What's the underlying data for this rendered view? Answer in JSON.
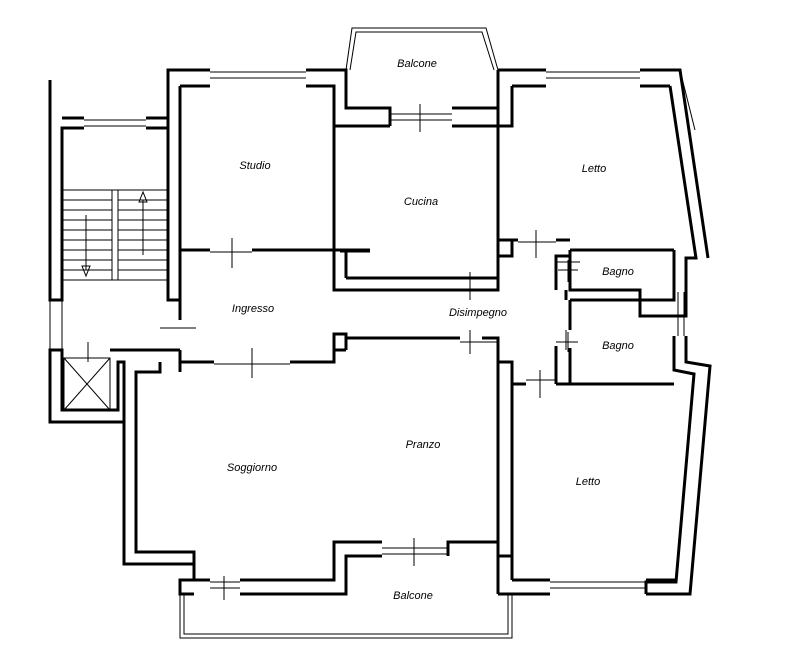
{
  "rooms": {
    "balcone_top": "Balcone",
    "studio": "Studio",
    "cucina": "Cucina",
    "letto_top": "Letto",
    "bagno_1": "Bagno",
    "bagno_2": "Bagno",
    "ingresso": "Ingresso",
    "disimpegno": "Disimpegno",
    "pranzo": "Pranzo",
    "soggiorno": "Soggiorno",
    "letto_bottom": "Letto",
    "balcone_bottom": "Balcone"
  }
}
